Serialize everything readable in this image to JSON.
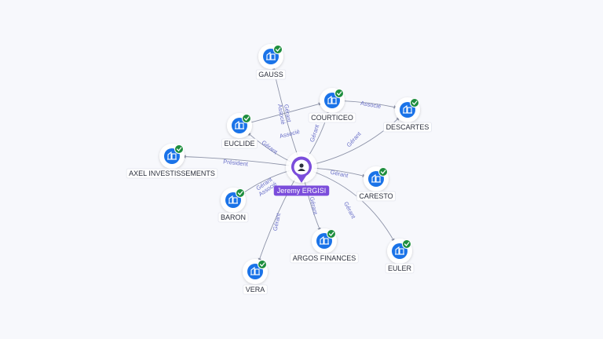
{
  "center": {
    "name": "Jeremy ERGISI",
    "icon": "person-icon"
  },
  "companies": [
    {
      "id": "gauss",
      "name": "GAUSS",
      "icon": "building-icon",
      "status": "verified"
    },
    {
      "id": "courticeo",
      "name": "COURTICEO",
      "icon": "building-icon",
      "status": "verified"
    },
    {
      "id": "descartes",
      "name": "DESCARTES",
      "icon": "building-icon",
      "status": "verified"
    },
    {
      "id": "euclide",
      "name": "EUCLIDE",
      "icon": "building-icon",
      "status": "verified"
    },
    {
      "id": "axel",
      "name": "AXEL INVESTISSEMENTS",
      "icon": "building-icon",
      "status": "verified"
    },
    {
      "id": "caresto",
      "name": "CARESTO",
      "icon": "building-icon",
      "status": "verified"
    },
    {
      "id": "baron",
      "name": "BARON",
      "icon": "building-icon",
      "status": "verified"
    },
    {
      "id": "argos",
      "name": "ARGOS FINANCES",
      "icon": "building-icon",
      "status": "verified"
    },
    {
      "id": "euler",
      "name": "EULER",
      "icon": "building-icon",
      "status": "verified"
    },
    {
      "id": "vera",
      "name": "VERA",
      "icon": "building-icon",
      "status": "verified"
    }
  ],
  "edges": [
    {
      "from": "center",
      "to": "gauss",
      "labels": [
        "Gérant",
        "Associé"
      ]
    },
    {
      "from": "center",
      "to": "courticeo",
      "labels": [
        "Gérant"
      ]
    },
    {
      "from": "center",
      "to": "descartes",
      "labels": [
        "Gérant"
      ]
    },
    {
      "from": "courticeo",
      "to": "descartes",
      "labels": [
        "Associé"
      ]
    },
    {
      "from": "euclide",
      "to": "courticeo",
      "labels": [
        "Associé"
      ]
    },
    {
      "from": "center",
      "to": "euclide",
      "labels": [
        "Gérant"
      ]
    },
    {
      "from": "center",
      "to": "axel",
      "labels": [
        "Président"
      ]
    },
    {
      "from": "center",
      "to": "caresto",
      "labels": [
        "Gérant"
      ]
    },
    {
      "from": "center",
      "to": "baron",
      "labels": [
        "Gérant",
        "Associé"
      ]
    },
    {
      "from": "center",
      "to": "argos",
      "labels": [
        "Gérant"
      ]
    },
    {
      "from": "center",
      "to": "euler",
      "labels": [
        "Gérant"
      ]
    },
    {
      "from": "center",
      "to": "vera",
      "labels": [
        "Gérant"
      ]
    }
  ],
  "colors": {
    "company_icon": "#1a73e8",
    "verified_badge": "#1e8e3e",
    "center_accent": "#7b4ddb",
    "edge": "#8d93a8",
    "edge_label": "#6a70c8"
  }
}
